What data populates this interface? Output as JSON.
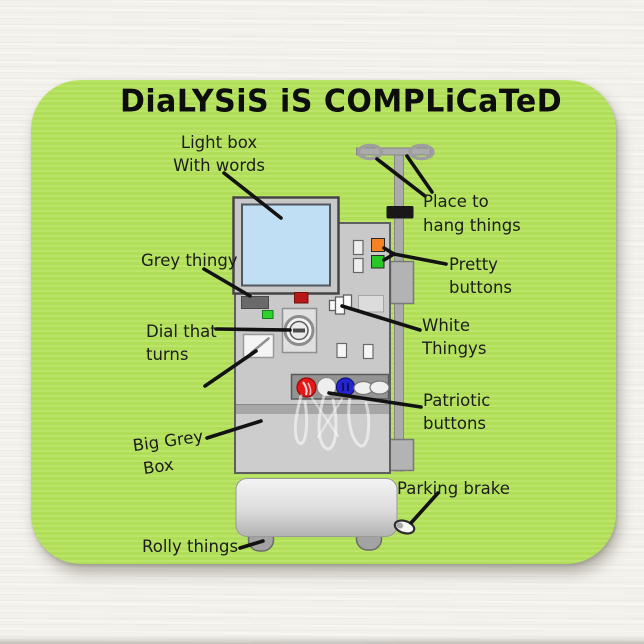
{
  "title": "DiaLYSiS iS COMPLiCaTeD",
  "labels": {
    "light_box": {
      "line1": "Light box",
      "line2": "With words"
    },
    "place_to_hang": {
      "line1": "Place to",
      "line2": "hang things"
    },
    "pretty_buttons": {
      "line1": "Pretty",
      "line2": "buttons"
    },
    "grey_thingy": {
      "line1": "Grey thingy"
    },
    "white_thingys": {
      "line1": "White",
      "line2": "Thingys"
    },
    "dial_that_turns": {
      "line1": "Dial that",
      "line2": "turns"
    },
    "patriotic_buttons": {
      "line1": "Patriotic",
      "line2": "buttons"
    },
    "big_grey_box": {
      "line1": "Big Grey",
      "line2": "Box"
    },
    "parking_brake": {
      "line1": "Parking brake"
    },
    "rolly_things": {
      "line1": "Rolly things"
    }
  },
  "colors": {
    "mousepad_green": "#b5e35c",
    "background_white": "#f3f1ec",
    "ink_black": "#141414",
    "machine_grey": "#c9c9c9",
    "screen_blue": "#c0def4",
    "grey_thingy_part": "#6a6a6a",
    "red_round_button": "#e51717",
    "red_indicator": "#b81818",
    "green_indicator": "#2bd32b",
    "orange_button": "#f58220",
    "green_button": "#25c825",
    "blue_round_button": "#2424d0",
    "pole_grey": "#ababab",
    "panel_dark_grey": "#949494"
  }
}
